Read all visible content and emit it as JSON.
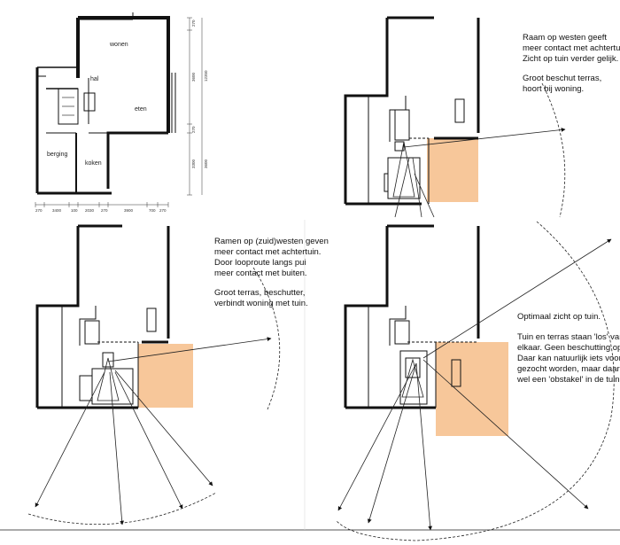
{
  "colors": {
    "terrace": "#f7c79a",
    "wall": "#111111",
    "line": "#222222"
  },
  "plan1": {
    "rooms": {
      "wonen": "wonen",
      "hal": "hal",
      "eten": "eten",
      "berging": "berging",
      "koken": "koken"
    },
    "dims_bottom": [
      "270",
      "3400",
      "100",
      "2030",
      "270",
      "3900",
      "700",
      "270"
    ],
    "dims_right": [
      "270",
      "3600",
      "270",
      "3300",
      "12350",
      "3600"
    ]
  },
  "plan2": {
    "notes": [
      "Raam op westen geeft",
      "meer contact met achtertuin.",
      "Zicht op tuin verder gelijk.",
      "",
      "Groot beschut terras,",
      "hoort bij woning."
    ]
  },
  "plan3": {
    "notes": [
      "Ramen op (zuid)westen geven",
      "meer contact met achtertuin.",
      "Door looproute langs pui",
      "meer contact met buiten.",
      "",
      "Groot terras, beschutter,",
      "verbindt woning met tuin."
    ]
  },
  "plan4": {
    "notes": [
      "Optimaal zicht op tuin.",
      "",
      "Tuin en terras staan 'los' van",
      "elkaar. Geen beschutting op terras.",
      "Daar kan natuurlijk iets voor",
      "gezocht worden, maar daar is",
      "wel een 'obstakel' in de tuin."
    ]
  }
}
